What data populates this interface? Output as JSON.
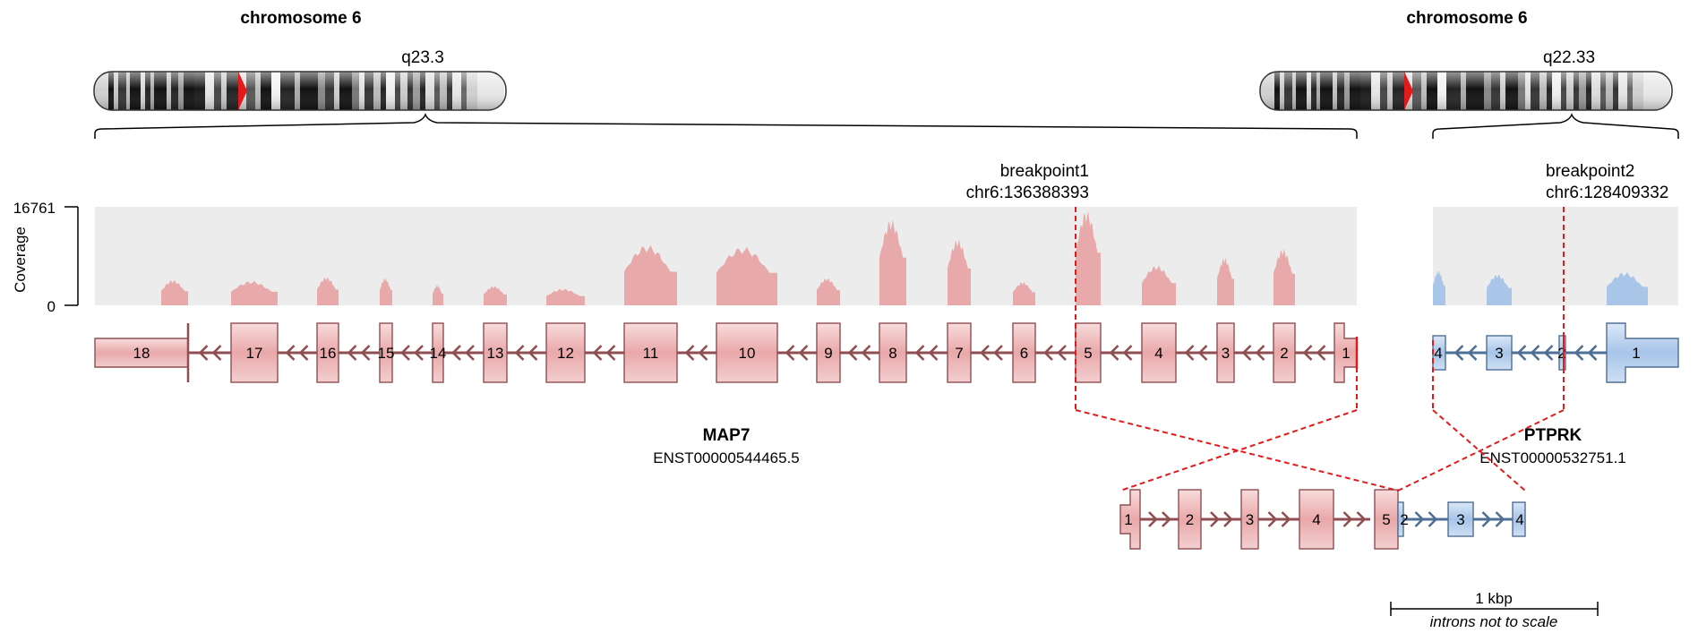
{
  "left_chromosome": {
    "title": "chromosome 6",
    "band": "q23.3"
  },
  "right_chromosome": {
    "title": "chromosome 6",
    "band": "q22.33"
  },
  "coverage": {
    "axis_label": "Coverage",
    "max_label": "16761",
    "min_label": "0"
  },
  "breakpoint1": {
    "name": "breakpoint1",
    "position": "chr6:136388393"
  },
  "breakpoint2": {
    "name": "breakpoint2",
    "position": "chr6:128409332"
  },
  "gene1": {
    "name": "MAP7",
    "transcript": "ENST00000544465.5",
    "exon_labels": [
      "18",
      "17",
      "16",
      "15",
      "14",
      "13",
      "12",
      "11",
      "10",
      "9",
      "8",
      "7",
      "6",
      "5",
      "4",
      "3",
      "2",
      "1"
    ],
    "color": "#e8a9aa",
    "dark_color": "#8f4f52",
    "coverage_peaks": [
      0.26,
      0.25,
      0.29,
      0.28,
      0.21,
      0.2,
      0.17,
      0.62,
      0.6,
      0.28,
      0.88,
      0.68,
      0.24,
      0.97,
      0.41,
      0.49,
      0.58
    ]
  },
  "gene2": {
    "name": "PTPRK",
    "transcript": "ENST00000532751.1",
    "exon_labels": [
      "4",
      "3",
      "2",
      "1"
    ],
    "color": "#a9c6e8",
    "dark_color": "#4f6f95",
    "coverage_peaks": [
      0.36,
      0.32,
      0.34
    ]
  },
  "fusion": {
    "gene1_exon_labels": [
      "1",
      "2",
      "3",
      "4",
      "5"
    ],
    "gene2_exon_labels": [
      "2",
      "3",
      "4"
    ]
  },
  "scale_bar": {
    "label": "1 kbp",
    "note": "introns not to scale"
  },
  "colors": {
    "breakpoint_line": "#e31a1c",
    "coverage_background": "#ececec"
  }
}
